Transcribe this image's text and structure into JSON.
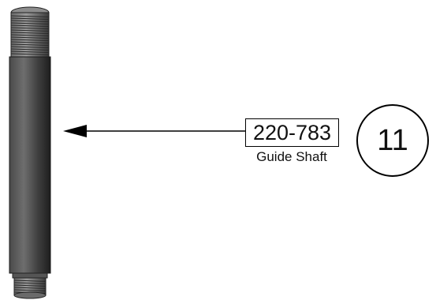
{
  "callout": {
    "part_number": "220-783",
    "part_name": "Guide Shaft",
    "item_number": "11"
  },
  "icons": {
    "shaft": "threaded-guide-shaft-icon",
    "leader": "leader-arrow-icon"
  },
  "colors": {
    "shaft_dark": "#2e2e2e",
    "shaft_mid": "#5a5a5a",
    "shaft_light": "#8a8a8a",
    "line": "#000000"
  }
}
